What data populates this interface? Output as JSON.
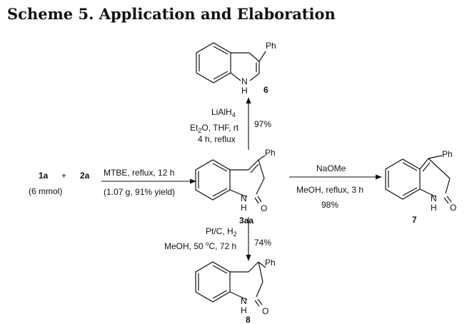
{
  "title": "Scheme 5. Application and Elaboration",
  "reactants": {
    "r1": "1a",
    "plus": "+",
    "r2": "2a",
    "scale": "(6 mmol)"
  },
  "step_main": {
    "conditions": "MTBE, reflux, 12 h",
    "result": "(1.07 g, 91% yield)"
  },
  "step_up": {
    "reagent_base": "LiAlH",
    "reagent_sub": "4",
    "solvent_a": "Et",
    "solvent_sub": "2",
    "solvent_b": "O, THF, rt",
    "time": "4 h, reflux",
    "yield": "97%"
  },
  "step_right": {
    "reagent": "NaOMe",
    "conditions": "MeOH, reflux, 3 h",
    "yield": "98%"
  },
  "step_down": {
    "reagent_a": "Pt/C, H",
    "reagent_sub": "2",
    "conditions_a": "MeOH, 50 ",
    "conditions_deg": "o",
    "conditions_b": "C, 72 h",
    "yield": "74%"
  },
  "compounds": {
    "c6": "6",
    "c3aa": "3aa",
    "c7": "7",
    "c8": "8"
  },
  "atoms": {
    "ph": "Ph",
    "n": "N",
    "h": "H",
    "o": "O"
  }
}
